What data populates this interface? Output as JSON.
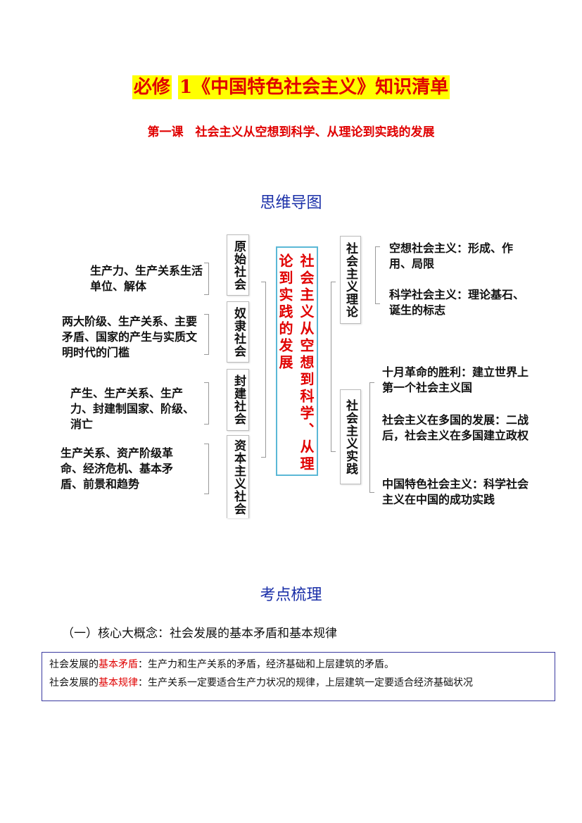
{
  "title": {
    "highlight_part": "必修",
    "rest": "1《中国特色社会主义》知识清单"
  },
  "subtitle": "第一课　社会主义从空想到科学、从理论到实践的发展",
  "mindmap": {
    "heading": "思维导图",
    "center": "社会主义从空想到科学、从理论到实践的发展",
    "left": [
      {
        "stage": "原始社会",
        "detail": "生产力、生产关系生活单位、解体"
      },
      {
        "stage": "奴隶社会",
        "detail": "两大阶级、生产关系、主要矛盾、国家的产生与实质文明时代的门槛"
      },
      {
        "stage": "封建社会",
        "detail": "产生、生产关系、生产力、封建制国家、阶级、消亡"
      },
      {
        "stage": "资本主义社会",
        "detail": "生产关系、资产阶级革命、经济危机、基本矛盾、前景和趋势"
      }
    ],
    "right": [
      {
        "branch": "社会主义理论",
        "items": [
          "空想社会主义：形成、作用、局限",
          "科学社会主义：理论基石、诞生的标志"
        ]
      },
      {
        "branch": "社会主义实践",
        "items": [
          "十月革命的胜利：建立世界上第一个社会主义国",
          "社会主义在多国的发展：二战后，社会主义在多国建立政权",
          "中国特色社会主义：科学社会主义在中国的成功实践"
        ]
      }
    ]
  },
  "review": {
    "heading": "考点梳理",
    "section": "（一）核心大概念：社会发展的基本矛盾和基本规律",
    "lines": [
      {
        "prefix": "社会发展的",
        "term": "基本矛盾",
        "text": "：生产力和生产关系的矛盾，经济基础和上层建筑的矛盾。"
      },
      {
        "prefix": "社会发展的",
        "term": "基本规律",
        "text": "：生产关系一定要适合生产力状况的规律，上层建筑一定要适合经济基础状况"
      }
    ]
  }
}
